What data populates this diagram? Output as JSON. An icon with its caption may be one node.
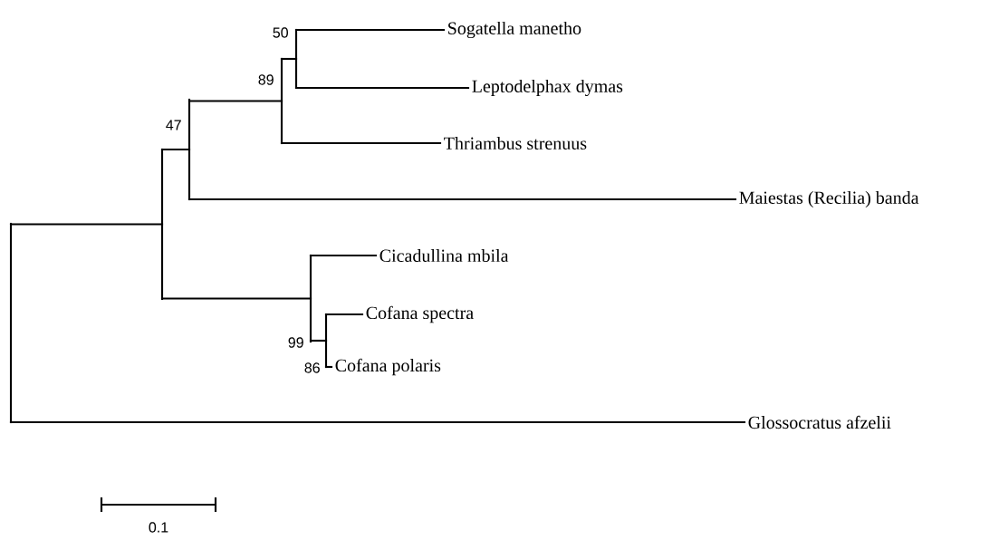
{
  "diagram": {
    "nodes": [
      {
        "text": [
          "Sogatella manetho"
        ]
      },
      {
        "text": [
          "Leptodelphax dymas"
        ]
      },
      {
        "text": [
          "Thriambus strenuus"
        ]
      },
      {
        "text": [
          "Maiestas (Recilia) banda"
        ]
      },
      {
        "text": [
          "Cicadullina mbila"
        ]
      },
      {
        "text": [
          "Cofana spectra"
        ]
      },
      {
        "text": [
          "Cofana polaris"
        ]
      },
      {
        "text": [
          "Glossocratus afzelii"
        ]
      },
      {
        "text": [],
        "shape": "bar"
      },
      {
        "text": [],
        "shape": "bar"
      },
      {
        "text": [],
        "shape": "bar",
        "beside": [
          "47"
        ]
      },
      {
        "text": [],
        "shape": "bar",
        "beside": [
          "89"
        ]
      },
      {
        "text": [],
        "shape": "bar",
        "beside": [
          "50"
        ]
      },
      {
        "text": [],
        "shape": "bar",
        "beside": [
          "99"
        ]
      },
      {
        "text": [],
        "shape": "bar",
        "beside": [
          "86"
        ]
      }
    ],
    "edges": [
      {
        "from": 12,
        "to": 0,
        "arrow": "none"
      },
      {
        "from": 12,
        "to": 1,
        "arrow": "none"
      },
      {
        "from": 11,
        "to": 12,
        "arrow": "none"
      },
      {
        "from": 11,
        "to": 2,
        "arrow": "none"
      },
      {
        "from": 10,
        "to": 11,
        "arrow": "none"
      },
      {
        "from": 10,
        "to": 3,
        "arrow": "none"
      },
      {
        "from": 9,
        "to": 10,
        "arrow": "none"
      },
      {
        "from": 9,
        "to": 13,
        "arrow": "none"
      },
      {
        "from": 13,
        "to": 4,
        "arrow": "none"
      },
      {
        "from": 13,
        "to": 14,
        "arrow": "none"
      },
      {
        "from": 14,
        "to": 5,
        "arrow": "none"
      },
      {
        "from": 14,
        "to": 6,
        "arrow": "none"
      },
      {
        "from": 8,
        "to": 9,
        "arrow": "none"
      },
      {
        "from": 8,
        "to": 7,
        "arrow": "none"
      }
    ],
    "labels": [
      "0.1"
    ]
  }
}
